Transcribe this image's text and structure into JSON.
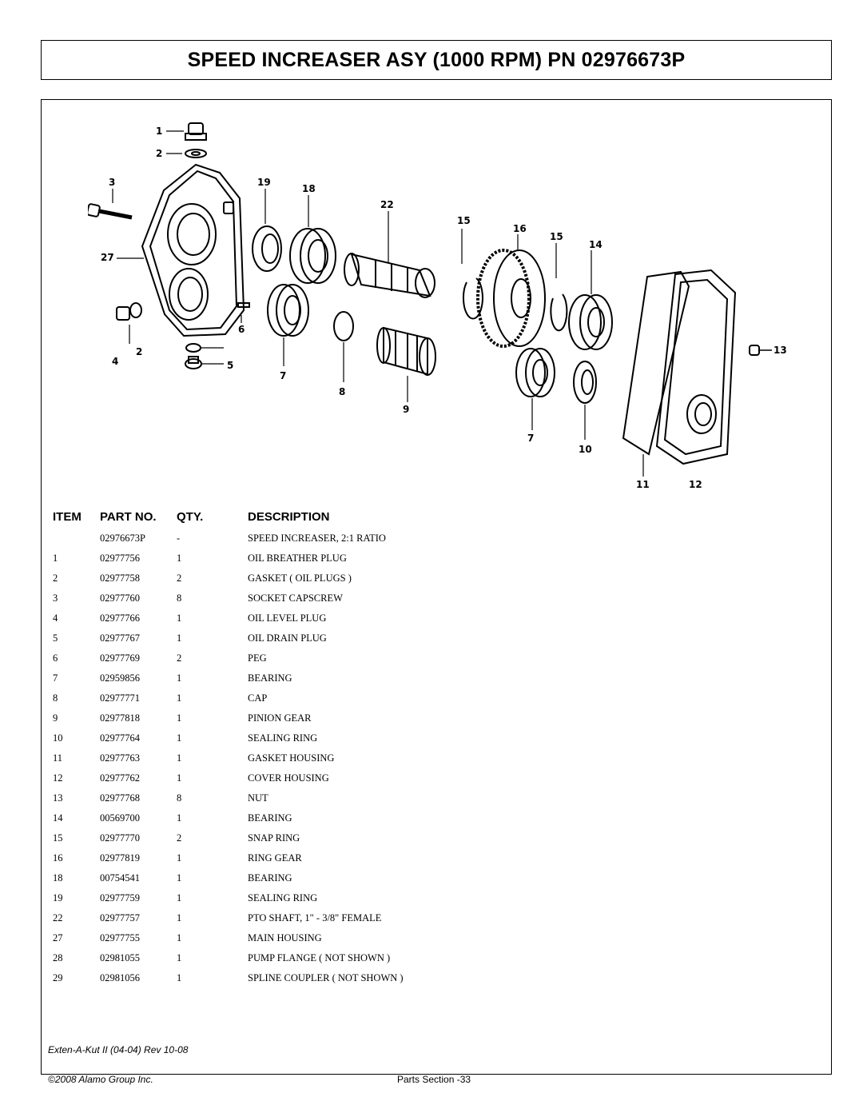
{
  "title": "SPEED INCREASER ASY (1000 RPM)  PN 02976673P",
  "table": {
    "headers": {
      "item": "ITEM",
      "part_no": "PART NO.",
      "qty": "QTY.",
      "description": "DESCRIPTION"
    },
    "rows": [
      {
        "item": "",
        "part_no": "02976673P",
        "qty": "-",
        "description": "SPEED INCREASER, 2:1 RATIO"
      },
      {
        "item": "1",
        "part_no": "02977756",
        "qty": "1",
        "description": "OIL BREATHER PLUG"
      },
      {
        "item": "2",
        "part_no": "02977758",
        "qty": "2",
        "description": "GASKET ( OIL PLUGS )"
      },
      {
        "item": "3",
        "part_no": "02977760",
        "qty": "8",
        "description": "SOCKET CAPSCREW"
      },
      {
        "item": "4",
        "part_no": "02977766",
        "qty": "1",
        "description": "OIL LEVEL PLUG"
      },
      {
        "item": "5",
        "part_no": "02977767",
        "qty": "1",
        "description": "OIL DRAIN PLUG"
      },
      {
        "item": "6",
        "part_no": "02977769",
        "qty": "2",
        "description": "PEG"
      },
      {
        "item": "7",
        "part_no": "02959856",
        "qty": "1",
        "description": "BEARING"
      },
      {
        "item": "8",
        "part_no": "02977771",
        "qty": "1",
        "description": "CAP"
      },
      {
        "item": "9",
        "part_no": "02977818",
        "qty": "1",
        "description": "PINION GEAR"
      },
      {
        "item": "10",
        "part_no": "02977764",
        "qty": "1",
        "description": "SEALING RING"
      },
      {
        "item": "11",
        "part_no": "02977763",
        "qty": "1",
        "description": "GASKET HOUSING"
      },
      {
        "item": "12",
        "part_no": "02977762",
        "qty": "1",
        "description": "COVER HOUSING"
      },
      {
        "item": "13",
        "part_no": "02977768",
        "qty": "8",
        "description": "NUT"
      },
      {
        "item": "14",
        "part_no": "00569700",
        "qty": "1",
        "description": "BEARING"
      },
      {
        "item": "15",
        "part_no": "02977770",
        "qty": "2",
        "description": "SNAP RING"
      },
      {
        "item": "16",
        "part_no": "02977819",
        "qty": "1",
        "description": "RING GEAR"
      },
      {
        "item": "18",
        "part_no": "00754541",
        "qty": "1",
        "description": "BEARING"
      },
      {
        "item": "19",
        "part_no": "02977759",
        "qty": "1",
        "description": "SEALING RING"
      },
      {
        "item": "22",
        "part_no": "02977757",
        "qty": "1",
        "description": "PTO SHAFT, 1\" - 3/8\" FEMALE"
      },
      {
        "item": "27",
        "part_no": "02977755",
        "qty": "1",
        "description": "MAIN HOUSING"
      },
      {
        "item": "28",
        "part_no": "02981055",
        "qty": "1",
        "description": "PUMP FLANGE ( NOT SHOWN )"
      },
      {
        "item": "29",
        "part_no": "02981056",
        "qty": "1",
        "description": "SPLINE COUPLER ( NOT SHOWN )"
      }
    ]
  },
  "diagram": {
    "callouts": [
      "1",
      "2",
      "3",
      "19",
      "18",
      "22",
      "15",
      "16",
      "15",
      "14",
      "27",
      "6",
      "2",
      "4",
      "5",
      "7",
      "8",
      "9",
      "7",
      "10",
      "13",
      "11",
      "12"
    ]
  },
  "footer": {
    "revision": "Exten-A-Kut II (04-04) Rev 10-08",
    "copyright": "©2008 Alamo Group Inc.",
    "page": "Parts Section -33"
  }
}
